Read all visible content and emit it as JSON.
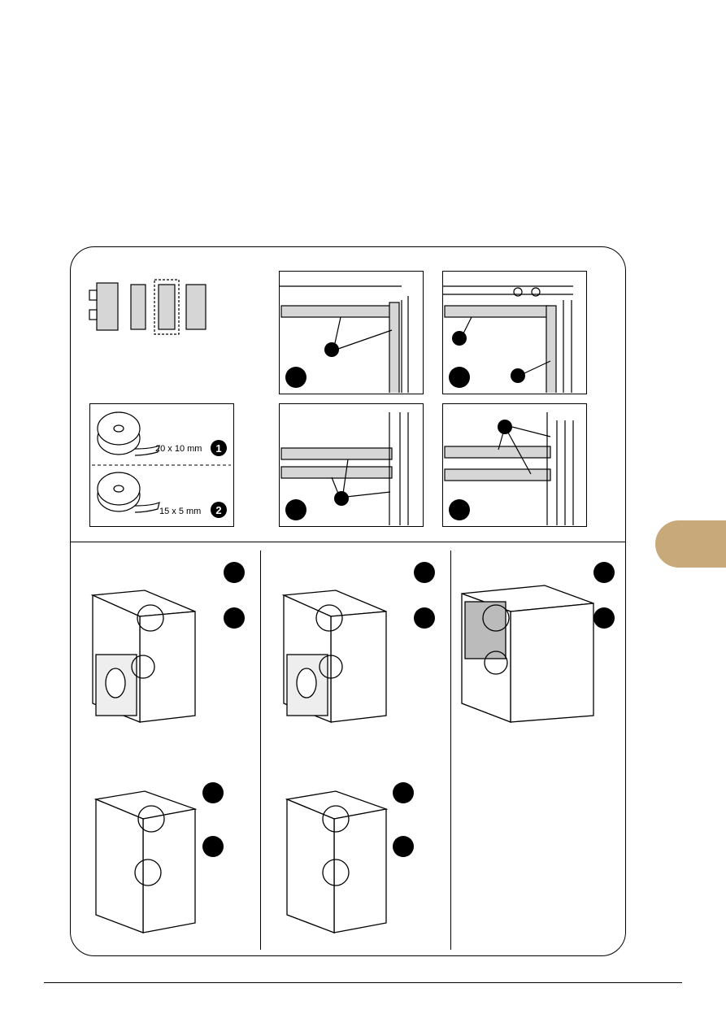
{
  "tape": {
    "label_1": "20 x 10 mm",
    "label_2": "15 x 5 mm",
    "marker_1": "1",
    "marker_2": "2"
  },
  "colors": {
    "side_tab": "#c8a97a",
    "panel_gray": "#d6d6d6"
  }
}
